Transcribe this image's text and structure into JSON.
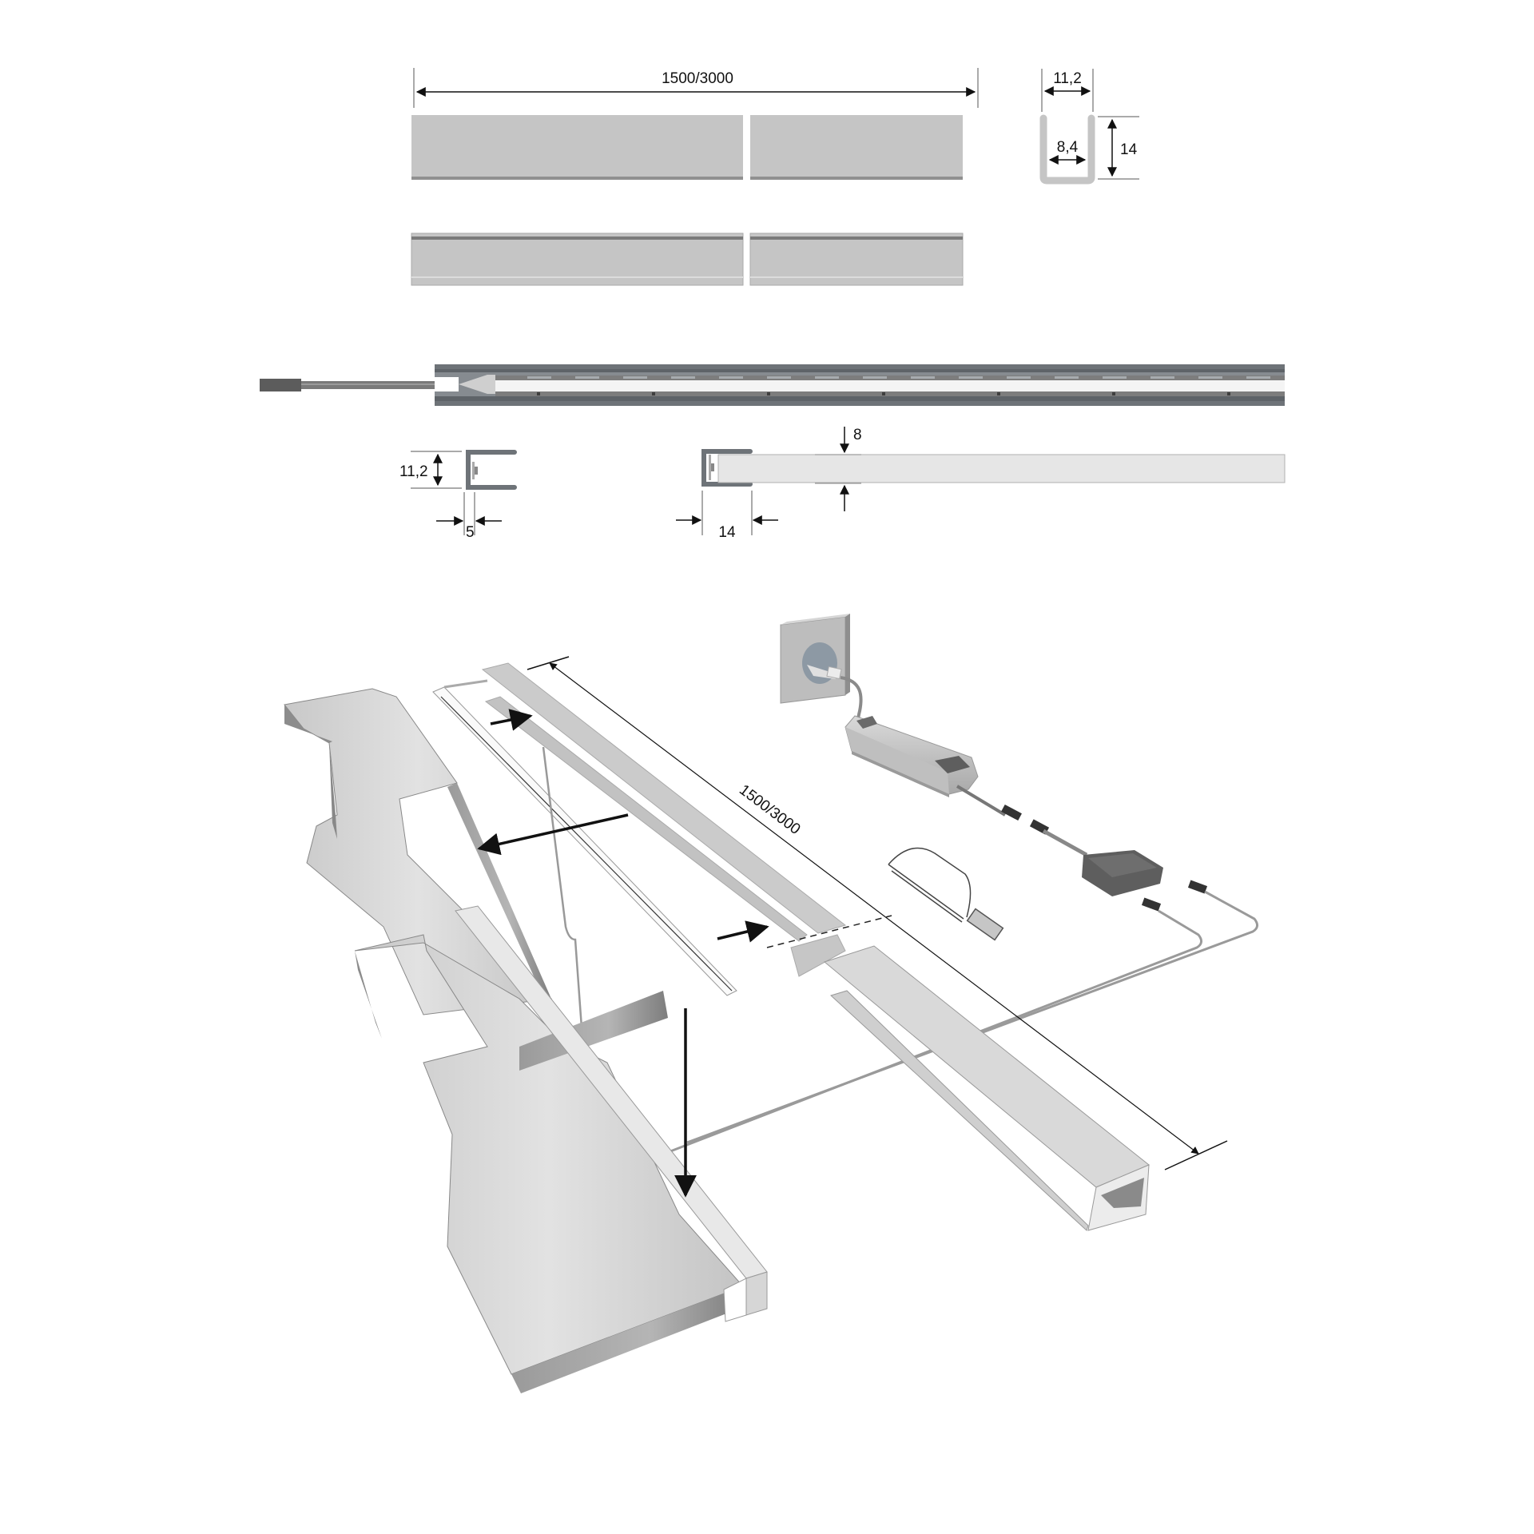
{
  "diagram": {
    "title": "LED profile mounting diagram",
    "colors": {
      "background": "#ffffff",
      "profile_light": "#c5c5c5",
      "profile_edge": "#999999",
      "profile_dark": "#6e7378",
      "led_white": "#f4f4f4",
      "connector": "#5a5a5a",
      "dim_line": "#111111",
      "glass": "#d8d8d8",
      "glass_side": "#9a9a9a"
    },
    "top_profiles": {
      "length_label": "1500/3000",
      "profile_view_1": "front-view",
      "profile_view_2": "top-view"
    },
    "cross_section_profile": {
      "outer_width_label": "11,2",
      "inner_width_label": "8,4",
      "height_label": "14"
    },
    "led_strip": {
      "connector": "plug-connector",
      "label": "led-strip-in-profile"
    },
    "side_section_left": {
      "height_label": "11,2",
      "depth_label": "5"
    },
    "side_section_right": {
      "glass_thickness_label": "8",
      "width_label": "14"
    },
    "assembly": {
      "length_label": "1500/3000",
      "components": [
        "wall-socket",
        "power-supply",
        "plug-connector",
        "distributor-box",
        "hacksaw",
        "glass-shelf-upper",
        "glass-shelf-lower",
        "led-strip",
        "profile-u-channel",
        "profile-cover",
        "cable-pair"
      ]
    }
  }
}
